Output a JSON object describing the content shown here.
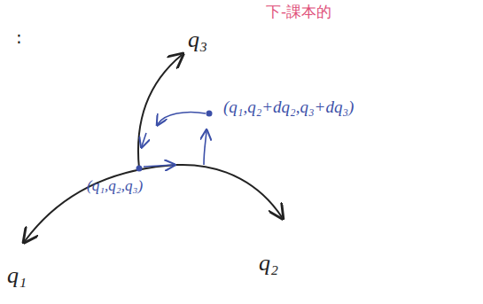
{
  "diagram": {
    "labels": [
      "下-課本的",
      ":",
      "q₃",
      "(q₁,q₂+dq₂,q₃+dq₃)",
      "(q₁,q₂,q₃)",
      "q₁",
      "q₂"
    ]
  }
}
